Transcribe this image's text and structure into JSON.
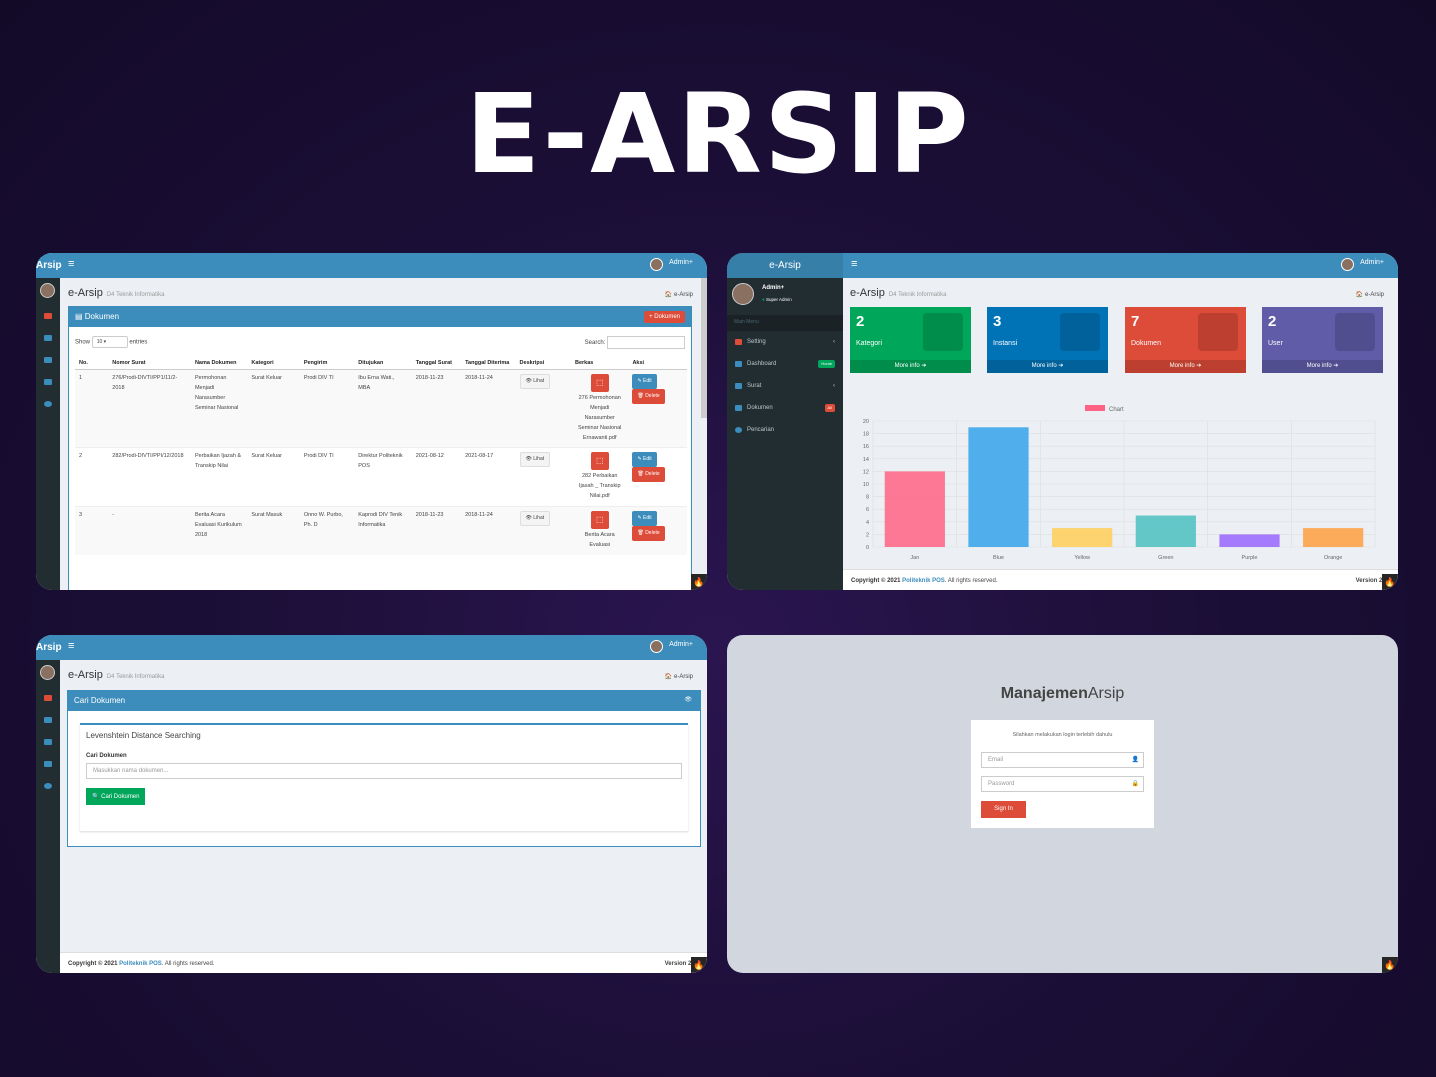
{
  "hero": {
    "title": "E-ARSIP"
  },
  "common": {
    "brand_short": "Arsip",
    "burger": "≡",
    "user_name": "Admin+",
    "app_title": "e-Arsip",
    "app_subtitle": "D4 Teknik Informatika",
    "breadcrumb": "🏠 e-Arsip",
    "footer_copyright": "Copyright © 2021 ",
    "footer_org": "Politeknik POS",
    "footer_rights": ". All rights reserved.",
    "footer_version": "Version 2.",
    "flame_glyph": "🔥"
  },
  "doc_panel": {
    "box_title": "Dokumen",
    "add_button": "+ Dokumen",
    "show_label": "Show",
    "show_value": "10",
    "entries_label": "entries",
    "search_label": "Search:",
    "columns": [
      "No.",
      "Nomor Surat",
      "Nama Dokumen",
      "Kategori",
      "Pengirim",
      "Ditujukan",
      "Tanggal Surat",
      "Tanggal Diterima",
      "Deskripsi",
      "Berkas",
      "Aksi"
    ],
    "lihat_label": "👁 Lihat",
    "edit_label": "✎ Edit",
    "delete_label": "🗑 Delete",
    "rows": [
      {
        "no": "1",
        "nomor": "276/Prodi-DIVTI/PP1/11/2-2018",
        "nama": "Permohonan Menjadi Narasumber Seminar Nasional",
        "kategori": "Surat Keluar",
        "pengirim": "Prodi DIV TI",
        "ditujukan": "Ibu Erna Wati., MBA",
        "tgl_surat": "2018-11-23",
        "tgl_diterima": "2018-11-24",
        "berkas": "276 Permohonan Menjadi Narasumber Seminar Nasional Ernawanti.pdf"
      },
      {
        "no": "2",
        "nomor": "282/Prodi-DIVTI/PPI/12/2018",
        "nama": "Perbaikan Ijazah & Transkip Nilai",
        "kategori": "Surat Keluar",
        "pengirim": "Prodi DIV TI",
        "ditujukan": "Direktur Politeknik POS",
        "tgl_surat": "2021-08-12",
        "tgl_diterima": "2021-08-17",
        "berkas": "282 Perbaikan Ijasah _ Transkip Nilai.pdf"
      },
      {
        "no": "3",
        "nomor": "-",
        "nama": "Berita Acara Evaluasi Kurikulum 2018",
        "kategori": "Surat Masuk",
        "pengirim": "Onno W. Purbo, Ph. D",
        "ditujukan": "Kaprodi DIV Tenik Informatika",
        "tgl_surat": "2018-11-23",
        "tgl_diterima": "2018-11-24",
        "berkas": "Berita Acara Evaluasi"
      }
    ]
  },
  "dashboard": {
    "logo": "e-Arsip",
    "user_role": "Super Admin",
    "main_menu": "Main Menu",
    "menu": [
      {
        "label": "Setting",
        "color": "#dd4b39",
        "arrow": "‹"
      },
      {
        "label": "Dashboard",
        "color": "#3c8dbc",
        "badge": "Home",
        "badge_color": "#00a65a"
      },
      {
        "label": "Surat",
        "color": "#3c8dbc",
        "arrow": "‹"
      },
      {
        "label": "Dokumen",
        "color": "#3c8dbc",
        "badge": "All",
        "badge_color": "#dd4b39"
      },
      {
        "label": "Pencarian",
        "color": "#3c8dbc"
      }
    ],
    "tiles": [
      {
        "num": "2",
        "label": "Kategori",
        "color": "#00a65a"
      },
      {
        "num": "3",
        "label": "Instansi",
        "color": "#0073b7"
      },
      {
        "num": "7",
        "label": "Dokumen",
        "color": "#dd4b39"
      },
      {
        "num": "2",
        "label": "User",
        "color": "#605ca8"
      }
    ],
    "more_info": "More info ➔"
  },
  "chart_data": {
    "type": "bar",
    "categories": [
      "Jan",
      "Blue",
      "Yellow",
      "Green",
      "Purple",
      "Orange"
    ],
    "values": [
      12,
      19,
      3,
      5,
      2,
      3
    ],
    "colors": [
      "#ff6384",
      "#36a2eb",
      "#ffce56",
      "#4bc0c0",
      "#9966ff",
      "#ff9f40"
    ],
    "series": [
      {
        "name": "Chart",
        "values": [
          12,
          19,
          3,
          5,
          2,
          3
        ]
      }
    ],
    "ylim": [
      0,
      20
    ],
    "yticks": [
      0,
      2,
      4,
      6,
      8,
      10,
      12,
      14,
      16,
      18,
      20
    ],
    "grid": true,
    "legend": "top",
    "title": "",
    "xlabel": "",
    "ylabel": ""
  },
  "search_panel": {
    "box_title": "Cari Dokumen",
    "eye": "👁",
    "section_title": "Levenshtein Distance Searching",
    "field_label": "Cari Dokumen",
    "placeholder": "Masukkan nama dokumen...",
    "button": "🔍 Cari Dokumen"
  },
  "login": {
    "title_bold": "Manajemen",
    "title_light": "Arsip",
    "message": "Silahkan melakukan login terlebih dahulu",
    "email_placeholder": "Email",
    "password_placeholder": "Password",
    "sign_in": "Sign In",
    "user_glyph": "👤",
    "lock_glyph": "🔒"
  }
}
